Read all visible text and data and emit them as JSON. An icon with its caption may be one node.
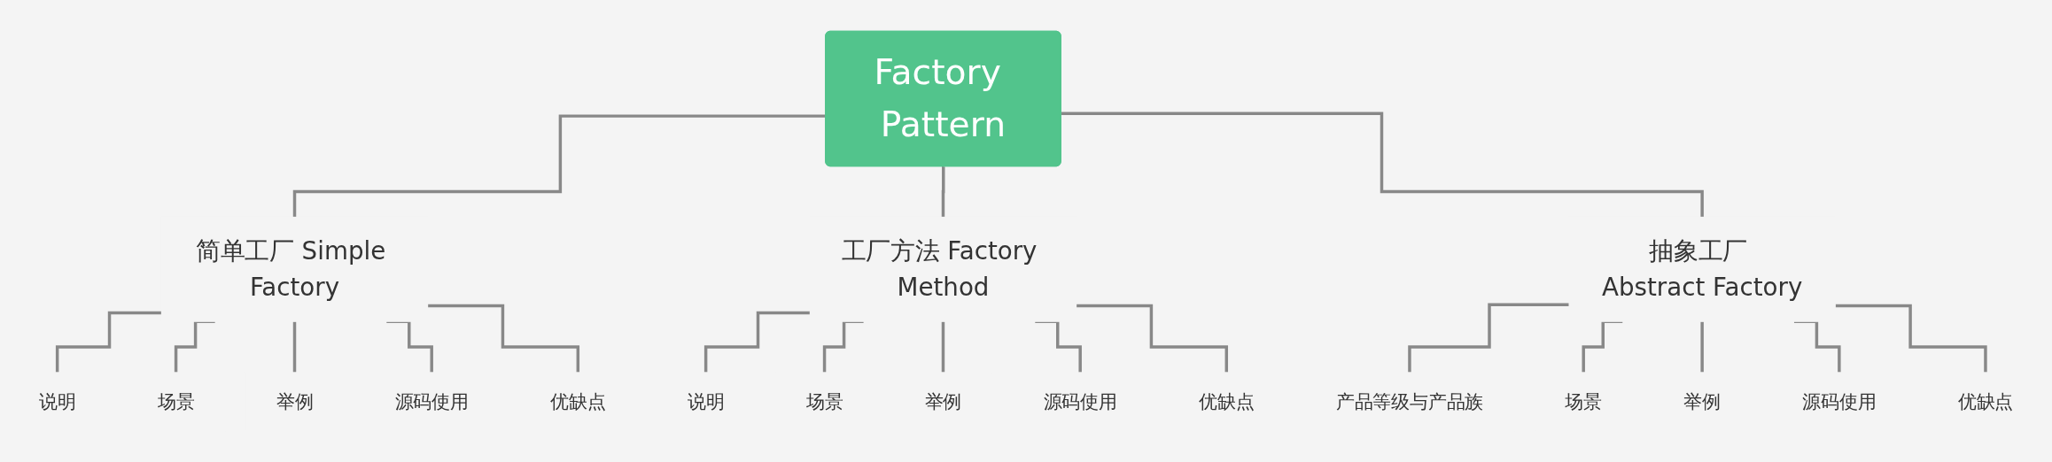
{
  "diagram": {
    "nodes": [
      {
        "text": [
          "Factory Pattern"
        ]
      },
      {
        "text": [
          "简单工厂 Simple Factory"
        ]
      },
      {
        "text": [
          "说明"
        ]
      },
      {
        "text": [
          "场景"
        ]
      },
      {
        "text": [
          "举例"
        ]
      },
      {
        "text": [
          "源码使用"
        ]
      },
      {
        "text": [
          "优缺点"
        ]
      },
      {
        "text": [
          "工厂方法 Factory Method"
        ]
      },
      {
        "text": [
          "说明"
        ]
      },
      {
        "text": [
          "场景"
        ]
      },
      {
        "text": [
          "举例"
        ]
      },
      {
        "text": [
          "源码使用"
        ]
      },
      {
        "text": [
          "优缺点"
        ]
      },
      {
        "text": [
          "抽象工厂 Abstract Factory"
        ]
      },
      {
        "text": [
          "产品等级与产品族"
        ]
      },
      {
        "text": [
          "场景"
        ]
      },
      {
        "text": [
          "举例"
        ]
      },
      {
        "text": [
          "源码使用"
        ]
      },
      {
        "text": [
          "优缺点"
        ]
      }
    ],
    "edges": [
      {
        "from": 0,
        "to": 1,
        "arrow": "none"
      },
      {
        "from": 1,
        "to": 2,
        "arrow": "none"
      },
      {
        "from": 1,
        "to": 3,
        "arrow": "none"
      },
      {
        "from": 1,
        "to": 4,
        "arrow": "none"
      },
      {
        "from": 1,
        "to": 5,
        "arrow": "none"
      },
      {
        "from": 1,
        "to": 6,
        "arrow": "none"
      },
      {
        "from": 0,
        "to": 7,
        "arrow": "none"
      },
      {
        "from": 7,
        "to": 8,
        "arrow": "none"
      },
      {
        "from": 7,
        "to": 9,
        "arrow": "none"
      },
      {
        "from": 7,
        "to": 10,
        "arrow": "none"
      },
      {
        "from": 7,
        "to": 11,
        "arrow": "none"
      },
      {
        "from": 7,
        "to": 12,
        "arrow": "none"
      },
      {
        "from": 0,
        "to": 13,
        "arrow": "none"
      },
      {
        "from": 13,
        "to": 14,
        "arrow": "none"
      },
      {
        "from": 13,
        "to": 15,
        "arrow": "none"
      },
      {
        "from": 13,
        "to": 16,
        "arrow": "none"
      },
      {
        "from": 13,
        "to": 17,
        "arrow": "none"
      },
      {
        "from": 13,
        "to": 18,
        "arrow": "none"
      }
    ]
  }
}
